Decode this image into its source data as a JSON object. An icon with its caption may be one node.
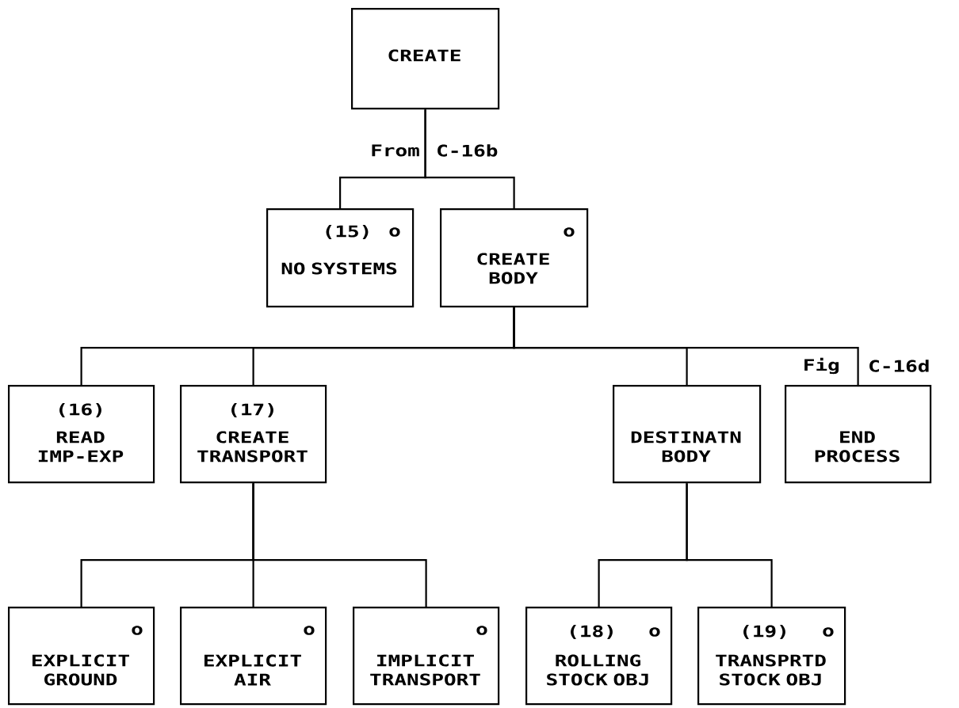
{
  "diagram": {
    "nodes": [
      {
        "text": [
          "CREATE"
        ]
      },
      {
        "text": [
          "(15)",
          "o",
          "NO SYSTEMS"
        ]
      },
      {
        "text": [
          "o",
          "CREATE BODY"
        ]
      },
      {
        "text": [
          "(16)",
          "READ IMP-EXP"
        ]
      },
      {
        "text": [
          "(17)",
          "CREATE TRANSPORT"
        ]
      },
      {
        "text": [
          "DESTINATN BODY"
        ]
      },
      {
        "text": [
          "END PROCESS"
        ]
      },
      {
        "text": [
          "o",
          "EXPLICIT GROUND"
        ]
      },
      {
        "text": [
          "o",
          "EXPLICIT AIR"
        ]
      },
      {
        "text": [
          "o",
          "IMPLICIT TRANSPORT"
        ]
      },
      {
        "text": [
          "(18)",
          "o",
          "ROLLING STOCK OBJ"
        ]
      },
      {
        "text": [
          "(19)",
          "o",
          "TRANSPRTD STOCK OBJ"
        ]
      }
    ],
    "edges": [
      {
        "from": 0,
        "to": 1,
        "arrow": "none"
      },
      {
        "from": 0,
        "to": 2,
        "arrow": "none"
      },
      {
        "from": 2,
        "to": 3,
        "arrow": "none"
      },
      {
        "from": 2,
        "to": 4,
        "arrow": "none"
      },
      {
        "from": 2,
        "to": 5,
        "arrow": "none"
      },
      {
        "from": 2,
        "to": 6,
        "arrow": "none"
      },
      {
        "from": 4,
        "to": 7,
        "arrow": "none"
      },
      {
        "from": 4,
        "to": 8,
        "arrow": "none"
      },
      {
        "from": 4,
        "to": 9,
        "arrow": "none"
      },
      {
        "from": 5,
        "to": 10,
        "arrow": "none"
      },
      {
        "from": 5,
        "to": 11,
        "arrow": "none"
      }
    ],
    "labels": [
      "From",
      "C-16b",
      "Fig",
      "C-16d"
    ]
  }
}
